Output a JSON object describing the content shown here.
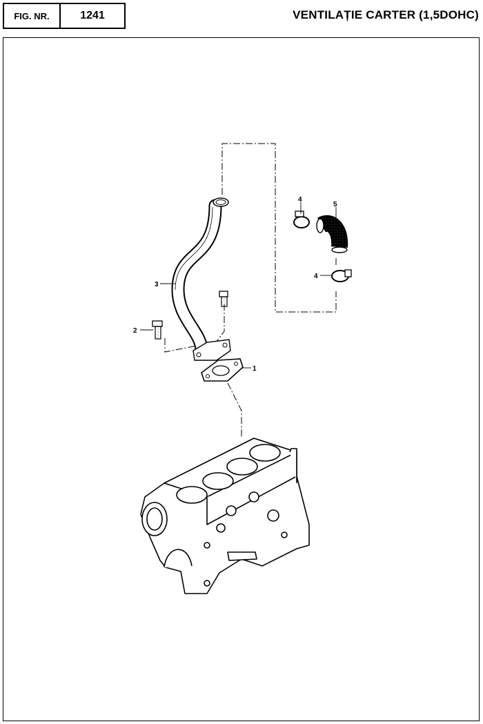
{
  "header": {
    "fig_label": "FIG. NR.",
    "fig_number": "1241",
    "title": "VENTILAȚIE CARTER (1,5DOHC)"
  },
  "diagram": {
    "callouts": {
      "gasket": "1",
      "bolt": "2",
      "tube": "3",
      "clamp_upper": "4",
      "hose": "5",
      "clamp_lower": "4"
    },
    "parts": [
      "gasket-icon",
      "bolt-icon",
      "breather-tube-icon",
      "hose-clamp-icon",
      "rubber-hose-icon",
      "cylinder-block-icon"
    ]
  }
}
